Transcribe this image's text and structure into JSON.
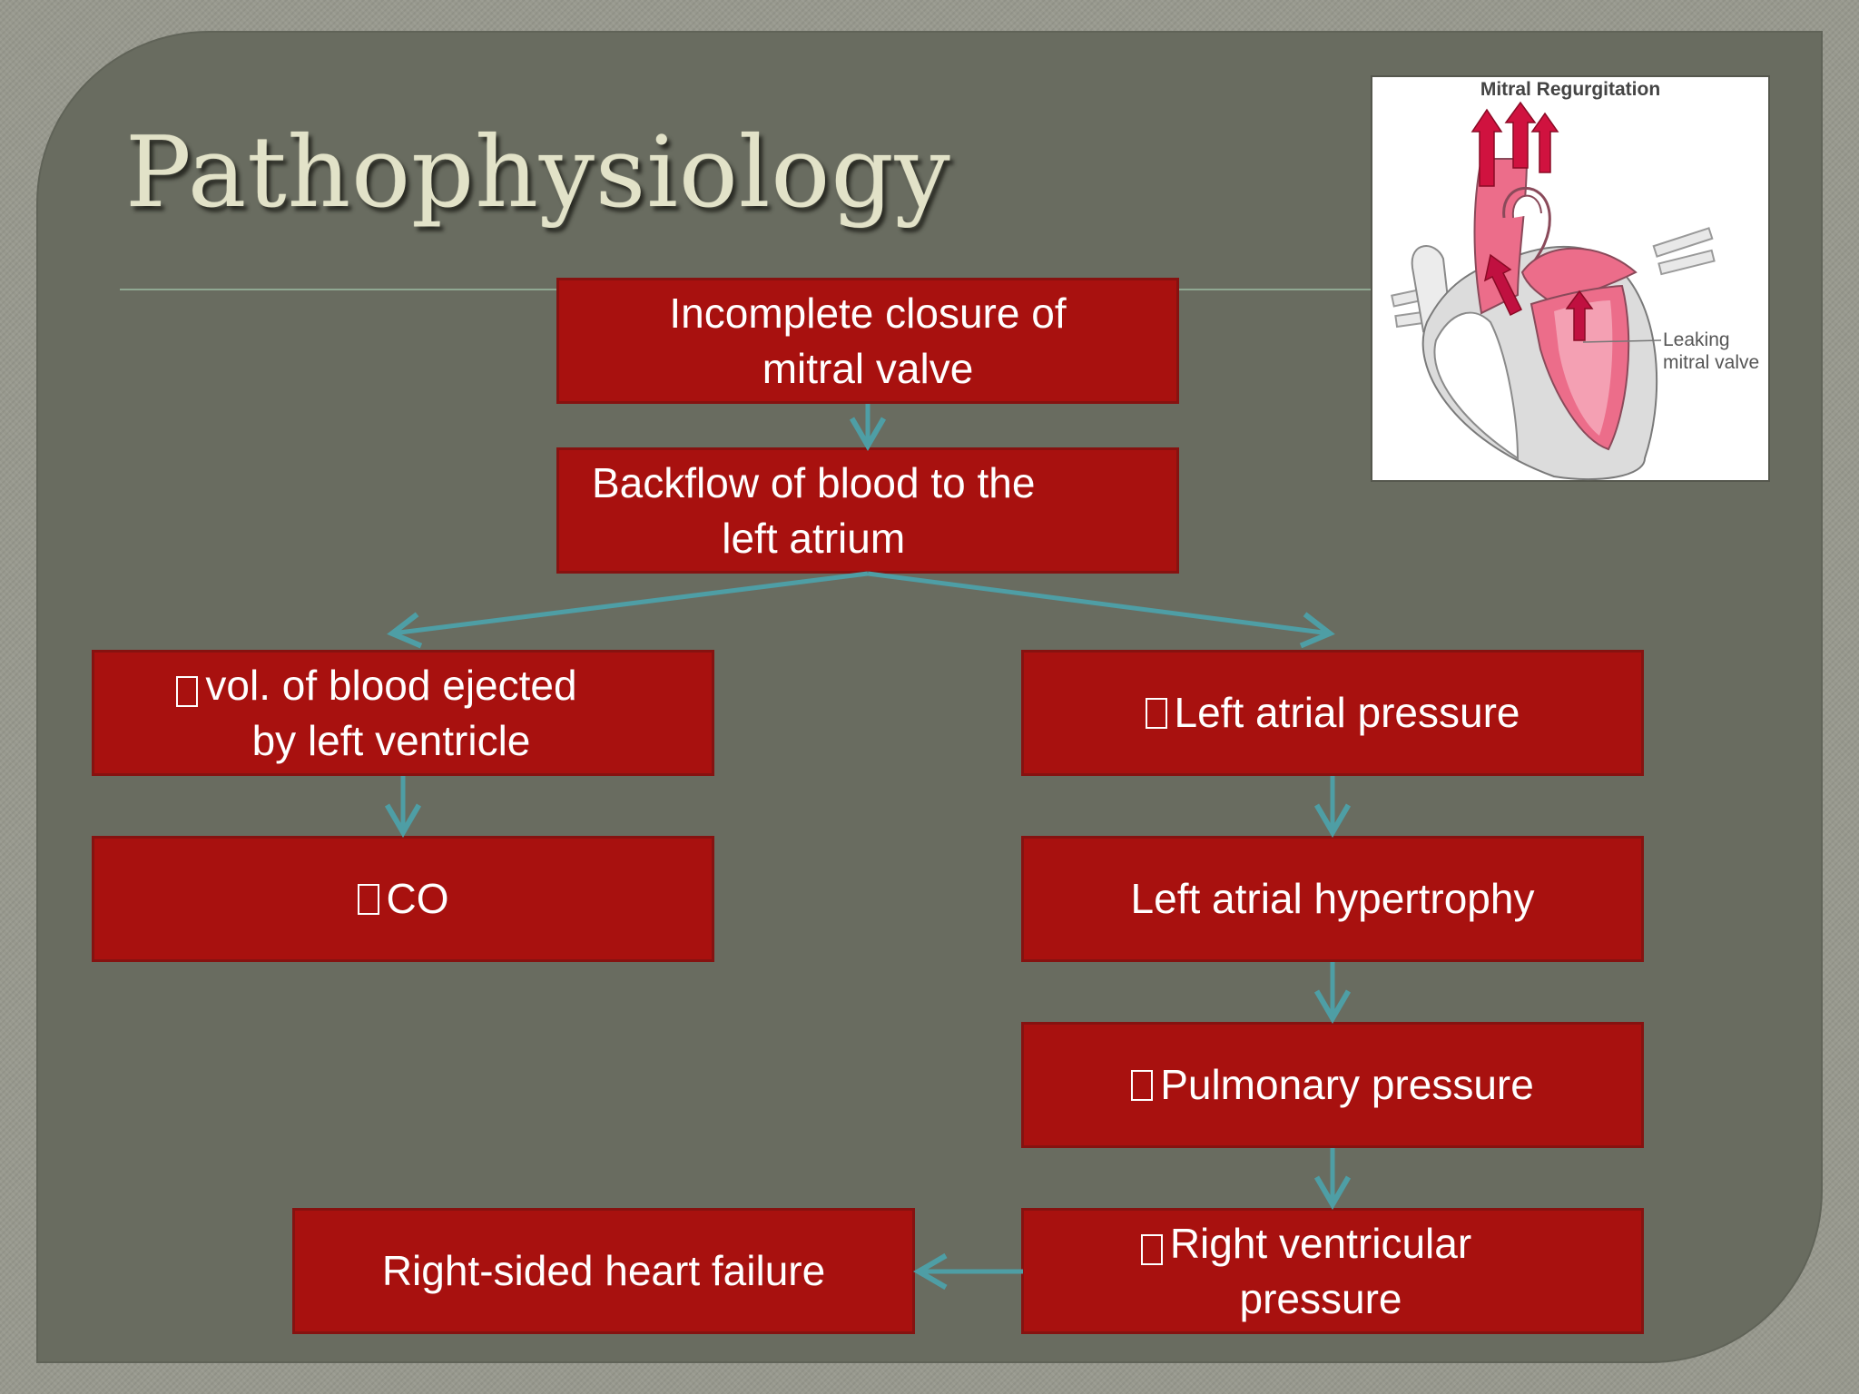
{
  "slide": {
    "title": "Pathophysiology"
  },
  "colors": {
    "background": "#696c60",
    "box_fill": "#a8110f",
    "arrow": "#4e9ea5",
    "title_text": "#e2e2c8"
  },
  "flowchart": {
    "nodes": {
      "incomplete_closure": "Incomplete closure of\nmitral valve",
      "backflow": "Backflow of blood to the\nleft atrium",
      "vol_ejected": "vol. of blood ejected\nby left ventricle",
      "decreased_co": "CO",
      "left_atrial_pressure": "Left atrial pressure",
      "left_atrial_hypertrophy": "Left atrial hypertrophy",
      "pulmonary_pressure": "Pulmonary pressure",
      "right_ventricular_pressure": "Right ventricular\npressure",
      "right_heart_failure": "Right-sided heart failure"
    },
    "edges": [
      [
        "incomplete_closure",
        "backflow"
      ],
      [
        "backflow",
        "vol_ejected"
      ],
      [
        "backflow",
        "left_atrial_pressure"
      ],
      [
        "vol_ejected",
        "decreased_co"
      ],
      [
        "left_atrial_pressure",
        "left_atrial_hypertrophy"
      ],
      [
        "left_atrial_hypertrophy",
        "pulmonary_pressure"
      ],
      [
        "pulmonary_pressure",
        "right_ventricular_pressure"
      ],
      [
        "right_ventricular_pressure",
        "right_heart_failure"
      ]
    ]
  },
  "illustration": {
    "title": "Mitral Regurgitation",
    "label": "Leaking\nmitral valve",
    "icon": "heart-diagram-icon"
  }
}
